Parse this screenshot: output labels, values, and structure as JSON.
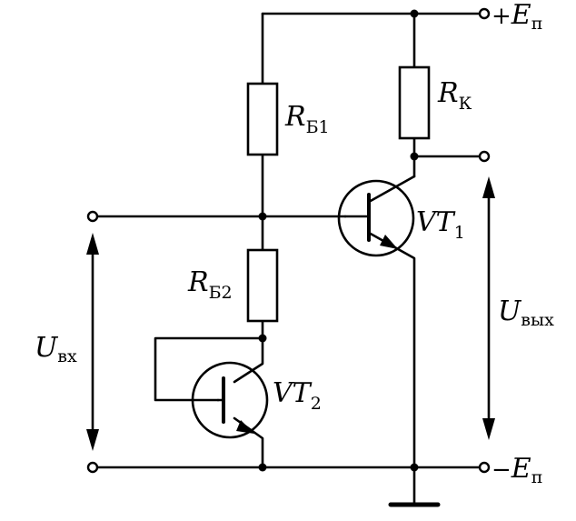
{
  "labels": {
    "supply_pos_sign": "+",
    "supply_neg_sign": "−",
    "supply_main": "E",
    "supply_sub": "п",
    "rb1_main": "R",
    "rb1_sub": "Б1",
    "rb2_main": "R",
    "rb2_sub": "Б2",
    "rk_main": "R",
    "rk_sub": "К",
    "vt1_main": "VT",
    "vt1_sub": "1",
    "vt2_main": "VT",
    "vt2_sub": "2",
    "uin_main": "U",
    "uin_sub": "вх",
    "uout_main": "U",
    "uout_sub": "вых"
  }
}
